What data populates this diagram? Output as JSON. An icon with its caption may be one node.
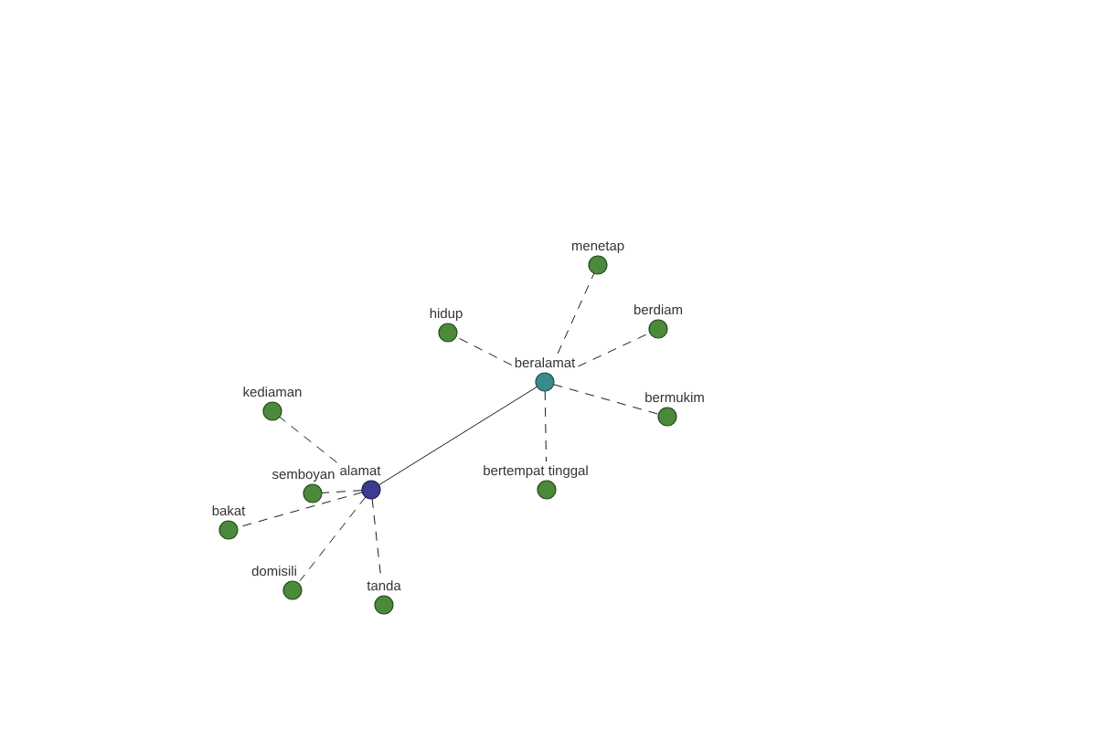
{
  "diagram": {
    "nodes": [
      {
        "text": [
          "menetap"
        ]
      },
      {
        "text": [
          "berdiam"
        ]
      },
      {
        "text": [
          "hidup"
        ]
      },
      {
        "text": [
          "beralamat"
        ]
      },
      {
        "text": [
          "kediaman"
        ]
      },
      {
        "text": [
          "bermukim"
        ]
      },
      {
        "text": [
          "semboyan"
        ]
      },
      {
        "text": [
          "alamat"
        ]
      },
      {
        "text": [
          "bertempat tinggal"
        ]
      },
      {
        "text": [
          "bakat"
        ]
      },
      {
        "text": [
          "domisili"
        ]
      },
      {
        "text": [
          "tanda"
        ]
      }
    ],
    "edges": [
      {
        "from": 7,
        "to": 3,
        "arrow": "none"
      },
      {
        "from": 3,
        "to": 0,
        "arrow": "none",
        "style": "dashed"
      },
      {
        "from": 3,
        "to": 1,
        "arrow": "none",
        "style": "dashed"
      },
      {
        "from": 3,
        "to": 2,
        "arrow": "none",
        "style": "dashed"
      },
      {
        "from": 3,
        "to": 5,
        "arrow": "none",
        "style": "dashed"
      },
      {
        "from": 3,
        "to": 8,
        "arrow": "none",
        "style": "dashed"
      },
      {
        "from": 7,
        "to": 4,
        "arrow": "none",
        "style": "dashed"
      },
      {
        "from": 7,
        "to": 6,
        "arrow": "none",
        "style": "dashed"
      },
      {
        "from": 7,
        "to": 9,
        "arrow": "none",
        "style": "dashed"
      },
      {
        "from": 7,
        "to": 10,
        "arrow": "none",
        "style": "dashed"
      },
      {
        "from": 7,
        "to": 11,
        "arrow": "none",
        "style": "dashed"
      }
    ]
  }
}
